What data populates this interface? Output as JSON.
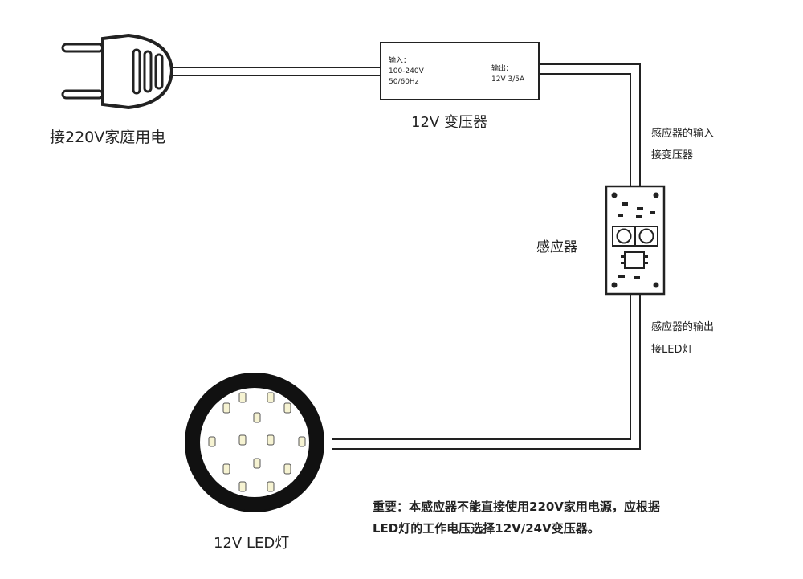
{
  "plug": {
    "label": "接220V家庭用电"
  },
  "transformer": {
    "input_heading": "输入：",
    "input_voltage": "100-240V",
    "input_freq": "50/60Hz",
    "output_heading": "输出：",
    "output_value": "12V 3/5A",
    "name": "12V 变压器"
  },
  "sensor": {
    "name": "感应器",
    "input_note_1": "感应器的输入",
    "input_note_2": "接变压器",
    "output_note_1": "感应器的输出",
    "output_note_2": "接LED灯"
  },
  "led": {
    "name": "12V LED灯"
  },
  "note": {
    "line1": "重要：本感应器不能直接使用220V家用电源，应根据",
    "line2": "LED灯的工作电压选择12V/24V变压器。"
  },
  "colors": {
    "line": "#222222",
    "lamp_ring": "#111111",
    "led_chip": "#f6f3d2"
  }
}
